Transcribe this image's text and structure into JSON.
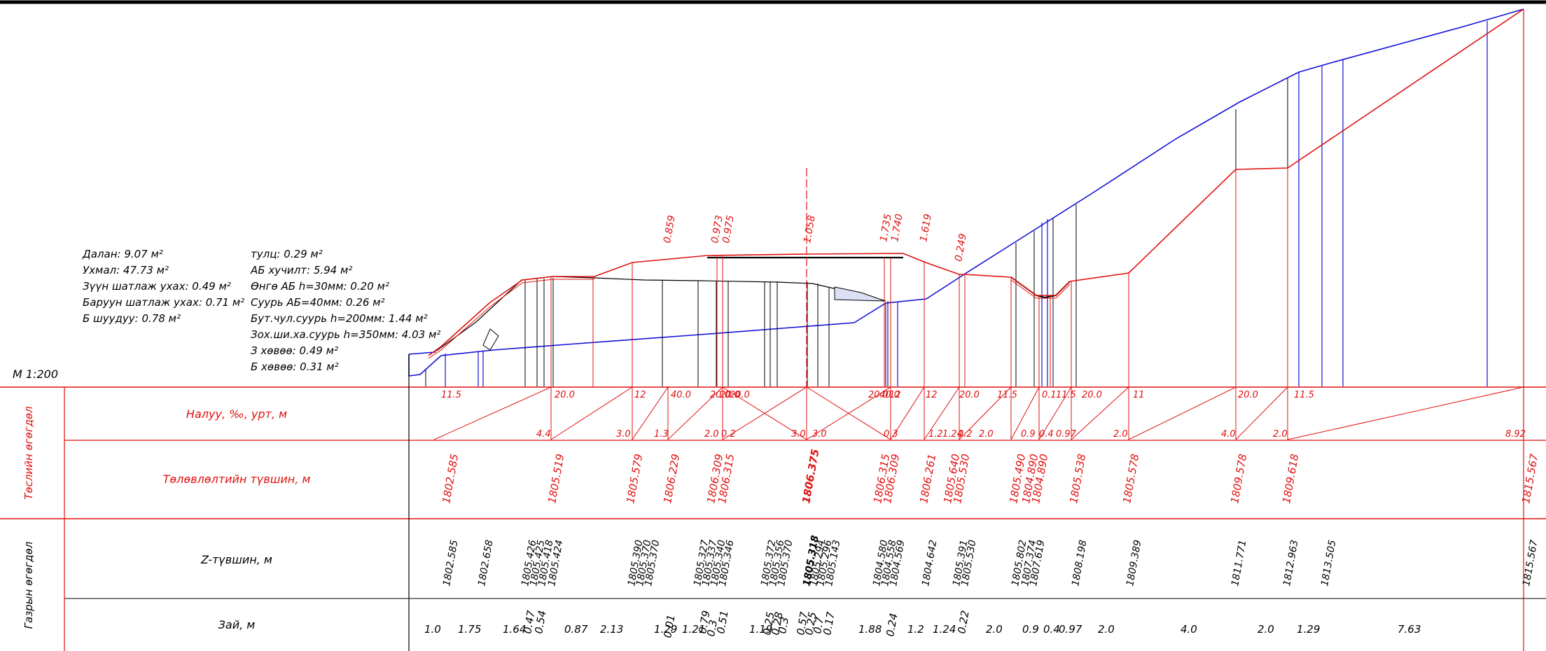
{
  "scale_label": "M 1:200",
  "areas_left": [
    "Далан: 9.07 м²",
    "Ухмал: 47.73 м²",
    "Зүүн шатлаж ухах: 0.49 м²",
    "Баруун шатлаж ухах: 0.71 м²",
    "Б шуудуу: 0.78 м²"
  ],
  "areas_right": [
    "тулц: 0.29 м²",
    "АБ хучилт: 5.94 м²",
    "Өнгө АБ h=30мм: 0.20 м²",
    "Суурь АБ=40мм: 0.26 м²",
    "Бут.чул.суурь h=200мм: 1.44 м²",
    "Зох.ши.ха.суурь h=350мм: 4.03 м²",
    "З хөвөө: 0.49 м²",
    "Б хөвөө: 0.31 м²"
  ],
  "group_design": "Төслийн өгөгдөл",
  "group_ground": "Газрын өгөгдөл",
  "row_slope": "Налуу, ‰, урт, м",
  "row_design_elev": "Төлөвлөлтийн түвшин, м",
  "row_z": "Z-түвшин, м",
  "row_dist": "Зай, м",
  "offsets": [
    "0.859",
    "0.973",
    "0.975",
    "1.058",
    "1.735",
    "1.740",
    "1.619",
    "0.249"
  ],
  "slope_top": [
    "11.5",
    "20.0",
    "12",
    "40.0",
    "20.0",
    "20.0",
    "20.0",
    "20.0",
    "40.0",
    "12",
    "12",
    "20.0",
    "11.5",
    "0.1",
    "11.5",
    "20.0",
    "11",
    "20.0",
    "11.5"
  ],
  "slope_bottom": [
    "4.4",
    "3.0",
    "1.3",
    "2.0",
    "0.2",
    "3.0",
    "3.0",
    "0.3",
    "1.2",
    "1.24",
    "0.2",
    "2.0",
    "0.9",
    "0.4",
    "0.97",
    "2.0",
    "4.0",
    "2.0",
    "8.92"
  ],
  "design_elevs": [
    "1802.585",
    "1805.519",
    "1805.579",
    "1806.229",
    "1806.309",
    "1806.315",
    "1806.375",
    "1806.315",
    "1806.309",
    "1806.261",
    "1805.640",
    "1805.530",
    "1805.490",
    "1804.890",
    "1804.890",
    "1805.538",
    "1805.578",
    "1809.578",
    "1809.618",
    "1815.567"
  ],
  "z_elevs": [
    "1802.585",
    "1802.658",
    "1805.426",
    "1805.425",
    "1805.418",
    "1805.424",
    "1805.390",
    "1805.370",
    "1805.370",
    "1805.327",
    "1805.337",
    "1805.340",
    "1805.346",
    "1805.372",
    "1805.356",
    "1805.370",
    "1805.318",
    "1805.294",
    "1805.296",
    "1805.143",
    "1804.580",
    "1804.558",
    "1804.569",
    "1804.642",
    "1805.391",
    "1805.530",
    "1805.802",
    "1807.374",
    "1807.619",
    "1808.198",
    "1809.389",
    "1811.771",
    "1812.963",
    "1813.505",
    "1815.567"
  ],
  "distances": [
    "1.0",
    "1.75",
    "1.64",
    "0.47",
    "0.54",
    "0.87",
    "2.13",
    "1.29",
    "0.01",
    "1.21",
    "0.79",
    "0.3",
    "0.51",
    "1.19",
    "0.25",
    "0.28",
    "0.3",
    "0.57",
    "0.25",
    "0.7",
    "0.17",
    "1.88",
    "0.24",
    "1.2",
    "1.24",
    "0.22",
    "2.0",
    "0.9",
    "0.4",
    "0.97",
    "2.0",
    "4.0",
    "2.0",
    "1.29",
    "7.63"
  ]
}
